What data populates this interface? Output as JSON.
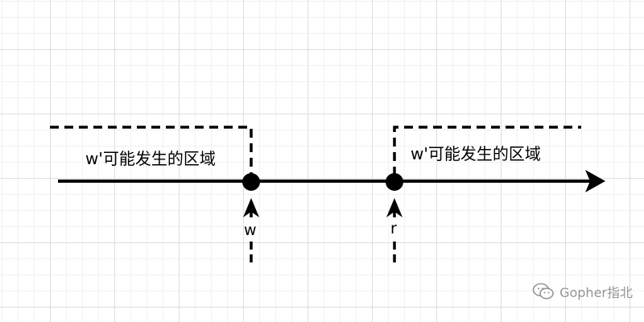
{
  "diagram": {
    "left_region_label": "w'可能发生的区域",
    "right_region_label": "w'可能发生的区域",
    "marker_w_label": "w",
    "marker_r_label": "r",
    "line_color": "#000000",
    "grid_color": "#dedede"
  },
  "watermark": {
    "text": "Gopher指北",
    "icon": "wechat-icon"
  }
}
